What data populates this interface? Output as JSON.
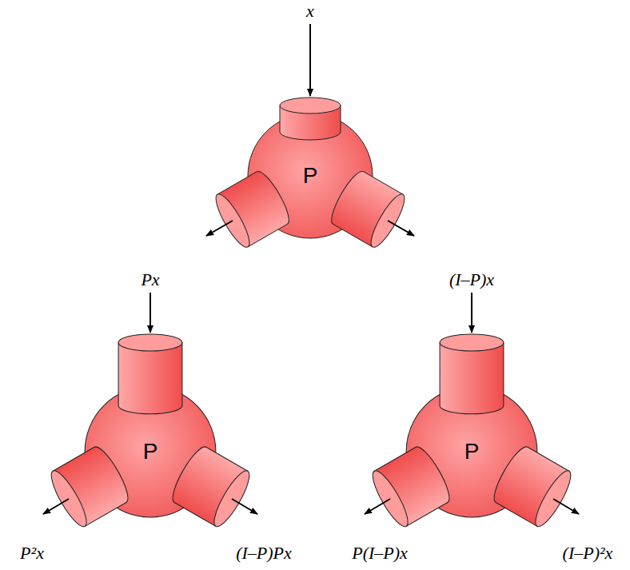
{
  "diagram": {
    "nodes": [
      {
        "text": [
          "P"
        ]
      },
      {
        "text": [
          "P"
        ]
      },
      {
        "text": [
          "P"
        ]
      }
    ],
    "labels": [
      "x",
      "Px",
      "(I–P)x",
      "P²x",
      "(I–P)Px",
      "P(I–P)x",
      "(I–P)²x"
    ]
  }
}
